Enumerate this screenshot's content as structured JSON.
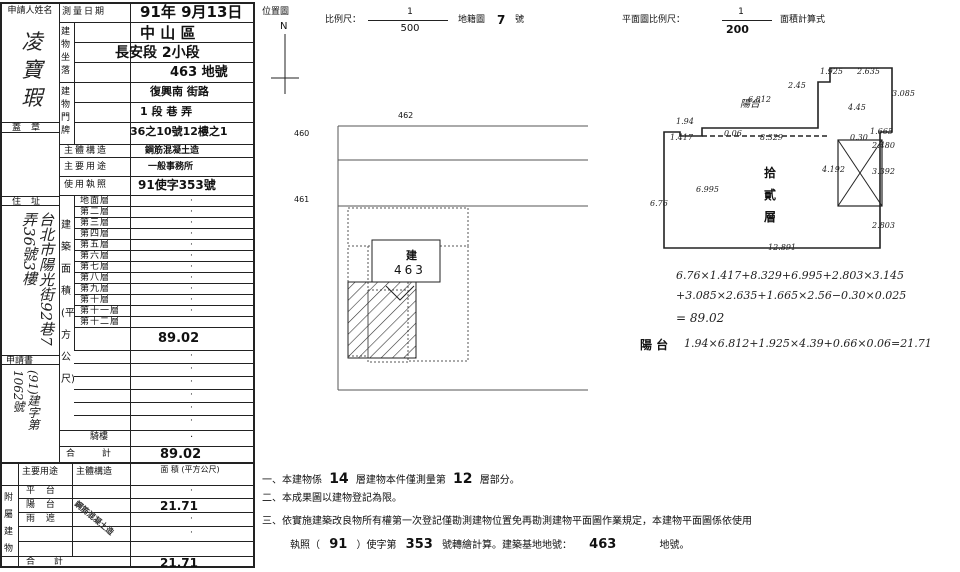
{
  "header": {
    "applicant_name_label": "申請人姓名",
    "applicant_name": "凌寶瑕",
    "seal_label": "蓋章",
    "address_label": "住址",
    "address": "台北市陽光街92巷7弄36號3樓",
    "app_no_label": "申請書",
    "app_no": "(91)建字第1062號",
    "survey_date_label": "測量日期",
    "survey_date": "91年 9月13日"
  },
  "location": {
    "label": "建物坐落",
    "city_district": "中 山 區",
    "section": "長安段 2小段",
    "lot_no": "463 地號",
    "door_label": "建物門牌",
    "street": "復興南 街路",
    "section_lane": "1 段 巷 弄",
    "door_no": "36之10號12樓之1"
  },
  "building": {
    "structure_label": "主體構造",
    "structure": "鋼筋混凝土造",
    "use_label": "主要用途",
    "use": "一般事務所",
    "license_label": "使用執照",
    "license": "91使字353號"
  },
  "floors": {
    "label": "建築面積(平方公尺)",
    "items": [
      {
        "name": "地面層",
        "value": "·"
      },
      {
        "name": "第二層",
        "value": "·"
      },
      {
        "name": "第三層",
        "value": "·"
      },
      {
        "name": "第四層",
        "value": "·"
      },
      {
        "name": "第五層",
        "value": "·"
      },
      {
        "name": "第六層",
        "value": "·"
      },
      {
        "name": "第七層",
        "value": "·"
      },
      {
        "name": "第八層",
        "value": "·"
      },
      {
        "name": "第九層",
        "value": "·"
      },
      {
        "name": "第十層",
        "value": "·"
      },
      {
        "name": "第十一層",
        "value": "·"
      },
      {
        "name": "第十二層",
        "value": "89.02"
      }
    ],
    "extra_rows": [
      "·",
      "·",
      "·",
      "·",
      "·",
      "·"
    ],
    "arcade_label": "騎樓",
    "arcade_value": "·",
    "total_label": "合 計",
    "total_value": "89.02"
  },
  "accessory": {
    "label": "附屬建物",
    "col_use": "主要用途",
    "col_structure": "主體構造",
    "col_area": "面 積 (平方公尺)",
    "stamp": "鋼筋混凝土造",
    "items": [
      {
        "name": "平 台",
        "value": "·"
      },
      {
        "name": "陽 台",
        "value": "21.71"
      },
      {
        "name": "雨 遮",
        "value": "·"
      },
      {
        "name": "",
        "value": "·"
      }
    ],
    "total_label": "合 計",
    "total_value": "21.71"
  },
  "location_map": {
    "title": "位置圖",
    "scale_label": "比例尺：",
    "scale_num": "1",
    "scale_den": "500",
    "sheet_label": "地籍圖",
    "sheet_no": "7",
    "sheet_unit": "號",
    "north": "N",
    "lot_462": "462",
    "lot_460": "460",
    "lot_461": "461",
    "building_label": "建",
    "building_lot": "463"
  },
  "floor_plan": {
    "title": "平面圖比例尺：",
    "scale_num": "1",
    "scale_den": "200",
    "calc_label": "面積計算式",
    "room_label": "拾\n貳\n層",
    "balcony_label": "陽台",
    "dims": [
      "1.925",
      "2.635",
      "2.45",
      "6.812",
      "4.45",
      "3.085",
      "1.94",
      "0.06",
      "1.417",
      "8.329",
      "0.30",
      "1.665",
      "2.480",
      "4.192",
      "3.392",
      "6.995",
      "6.76",
      "2.803",
      "12.891"
    ]
  },
  "calculation": {
    "line1": "6.76×1.417+8.329+6.995+2.803×3.145",
    "line2": "+3.085×2.635+1.665×2.56−0.30×0.025",
    "line3": "= 89.02",
    "balcony_label": "陽 台",
    "balcony_formula": "1.94×6.812+1.925×4.39+0.66×0.06=21.71"
  },
  "notes": {
    "n1_a": "一、本建物係",
    "n1_b": "14",
    "n1_c": "層建物本件僅測量第",
    "n1_d": "12",
    "n1_e": "層部分。",
    "n2": "二、本成果圖以建物登記為限。",
    "n3": "三、依實施建築改良物所有權第一次登記僅勘測建物位置免再勘測建物平面圖作業規定，本建物平面圖係依使用",
    "n4_a": "執照（",
    "n4_b": "91",
    "n4_c": "）使字第",
    "n4_d": "353",
    "n4_e": "號轉繪計算。建築基地地號：",
    "n4_f": "463",
    "n4_g": "地號。"
  }
}
